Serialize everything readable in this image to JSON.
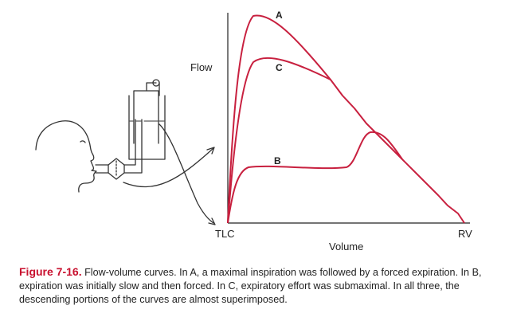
{
  "figure": {
    "y_axis_label": "Flow",
    "x_axis_label": "Volume",
    "x_left_tick": "TLC",
    "x_right_tick": "RV",
    "curve_labels": [
      "A",
      "C",
      "B"
    ],
    "curve_color": "#c8203f"
  },
  "caption": {
    "figure_number": "Figure 7-16.",
    "text": "Flow-volume curves. In A, a maximal inspiration was followed by a forced expiration. In B, expiration was initially slow and then forced. In C, expiratory effort was submaximal. In all three, the descending portions of the curves are almost superimposed."
  }
}
